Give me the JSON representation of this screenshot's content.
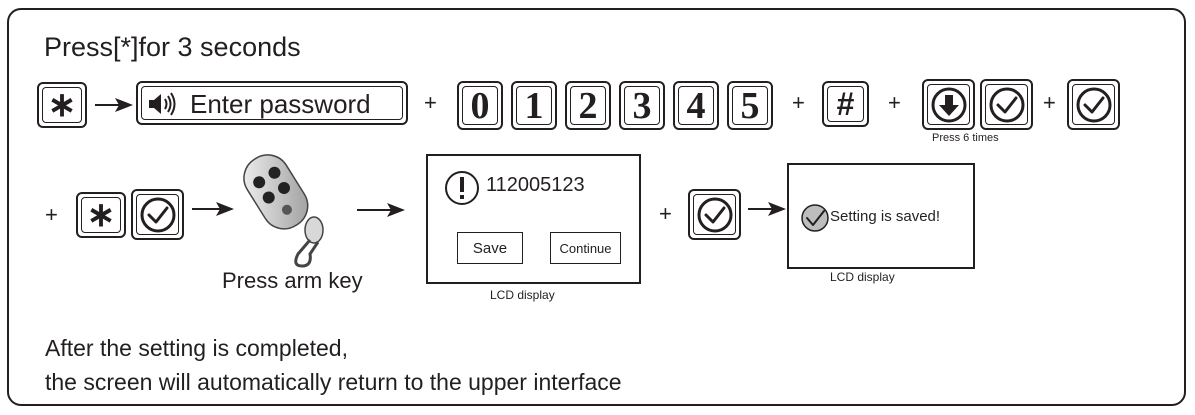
{
  "title": "Press[*]for 3 seconds",
  "row1": {
    "star_key": "∗",
    "enter_password": "Enter password",
    "digits": [
      "0",
      "1",
      "2",
      "3",
      "4",
      "5"
    ],
    "hash_key": "#",
    "press_6_times": "Press 6 times"
  },
  "row2": {
    "star_key": "∗",
    "press_arm_key": "Press arm key",
    "lcd1": {
      "number": "112005123",
      "save_label": "Save",
      "continue_label": "Continue",
      "caption": "LCD display"
    },
    "lcd2": {
      "message": "Setting is saved!",
      "caption": "LCD display"
    }
  },
  "footer": {
    "line1": "After the setting is completed,",
    "line2": "the screen will automatically return to the upper interface"
  },
  "plus": "+",
  "icons": [
    "speaker-icon",
    "check-icon",
    "down-arrow-icon",
    "arrow-icon",
    "remote-control-icon",
    "exclamation-icon"
  ]
}
